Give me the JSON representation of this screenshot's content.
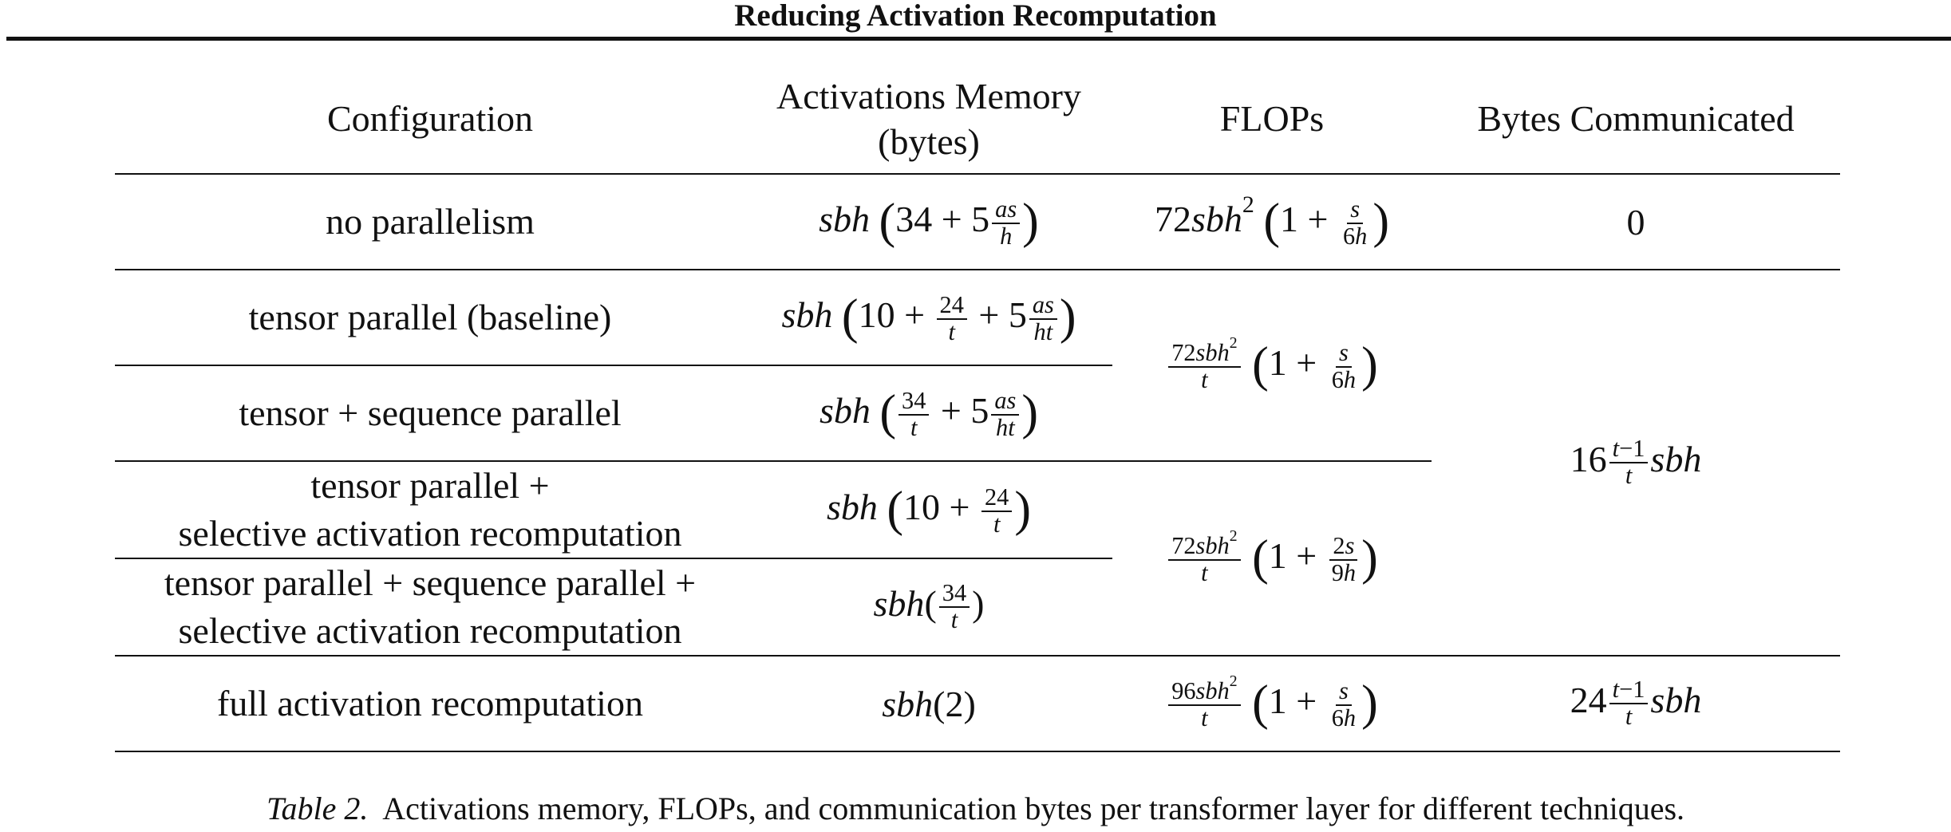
{
  "section_heading": "Reducing Activation Recomputation",
  "table": {
    "headers": {
      "configuration": "Configuration",
      "memory_line1": "Activations Memory",
      "memory_line2": "(bytes)",
      "flops": "FLOPs",
      "bytes": "Bytes Communicated"
    },
    "rows": [
      {
        "config": "no parallelism"
      },
      {
        "config": "tensor parallel (baseline)"
      },
      {
        "config": "tensor + sequence parallel"
      },
      {
        "config_line1": "tensor parallel +",
        "config_line2": "selective activation recomputation"
      },
      {
        "config_line1": "tensor parallel + sequence parallel +",
        "config_line2": "selective activation recomputation"
      },
      {
        "config": "full activation recomputation"
      }
    ],
    "formulas": {
      "mem_no_parallel": "sbh(34 + 5·as/h)",
      "mem_tp_baseline": "sbh(10 + 24/t + 5·as/(ht))",
      "mem_tp_sp": "sbh(34/t + 5·as/(ht))",
      "mem_tp_selective": "sbh(10 + 24/t)",
      "mem_tp_sp_selective": "sbh(34/t)",
      "mem_full": "sbh(2)",
      "flops_no_parallel": "72sbh²(1 + s/(6h))",
      "flops_tp": "(72sbh²/t)(1 + s/(6h))",
      "flops_selective": "(72sbh²/t)(1 + 2s/(9h))",
      "flops_full": "(96sbh²/t)(1 + s/(6h))",
      "bytes_no_parallel": "0",
      "bytes_tp": "16·((t−1)/t)·sbh",
      "bytes_full": "24·((t−1)/t)·sbh"
    }
  },
  "caption": {
    "label": "Table 2.",
    "text": "Activations memory, FLOPs, and communication bytes per transformer layer for different techniques."
  }
}
